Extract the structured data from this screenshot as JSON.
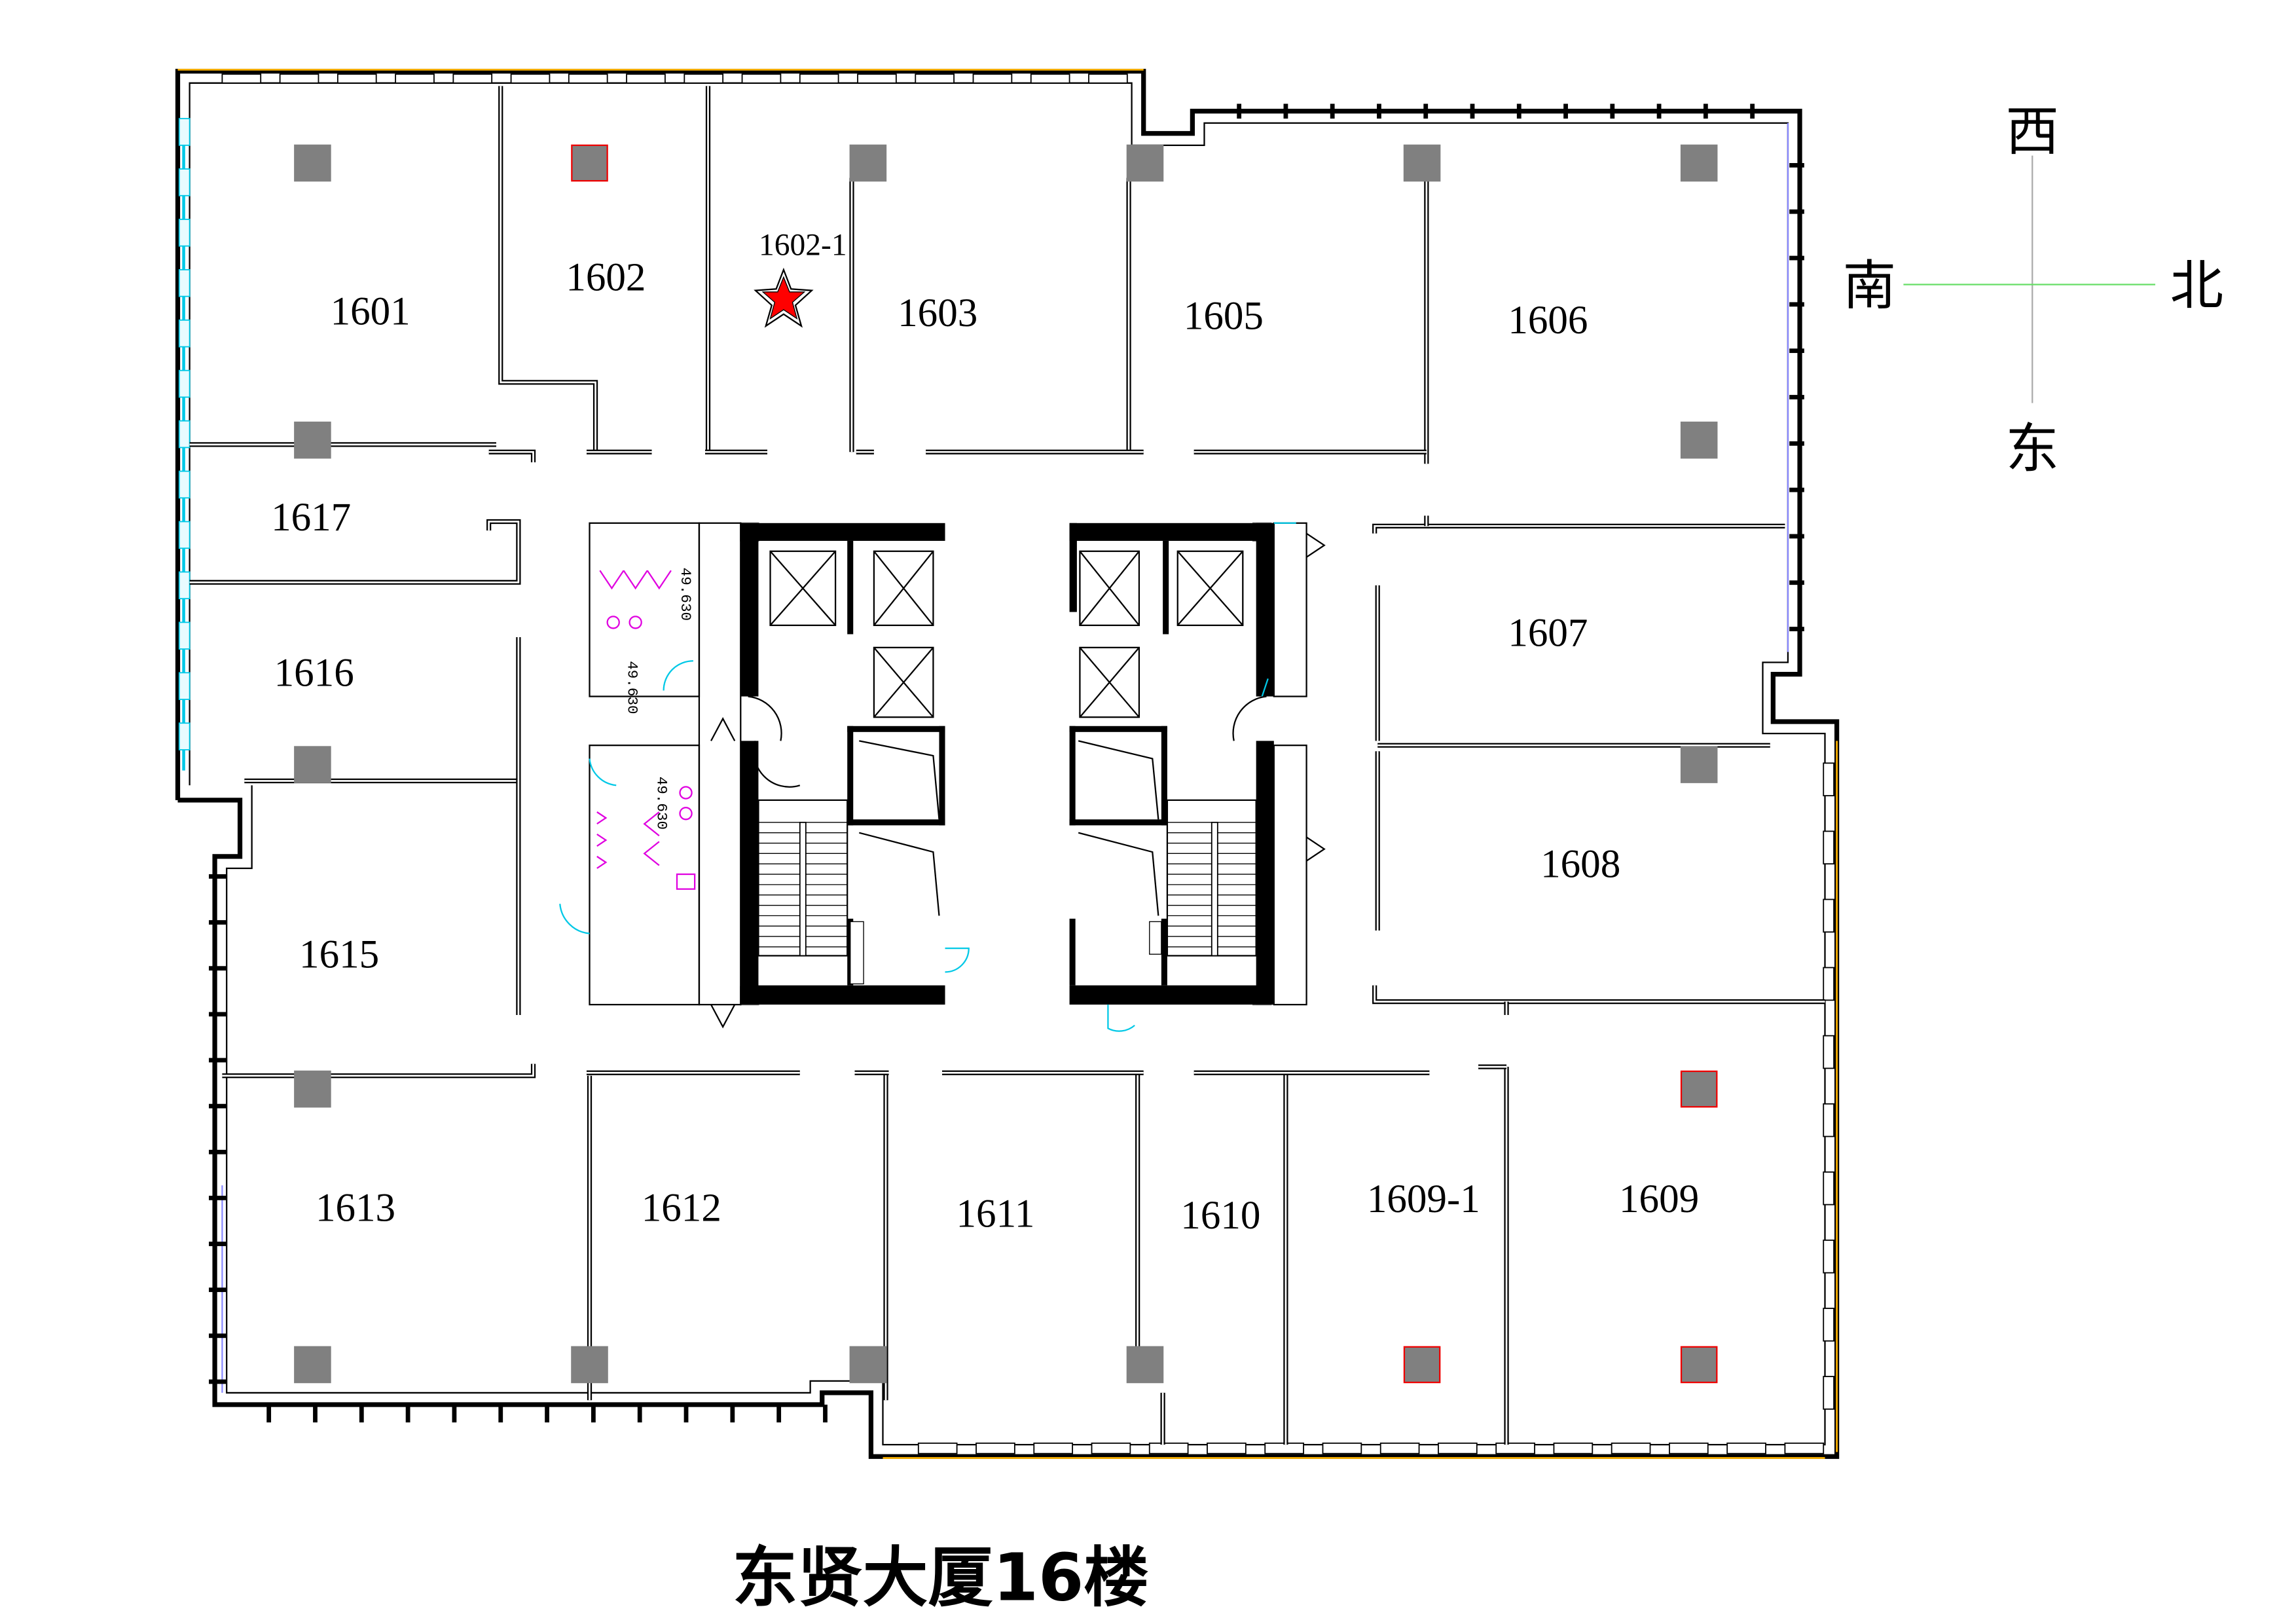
{
  "plan": {
    "title": "东贤大厦16楼",
    "rooms": [
      {
        "id": "1601"
      },
      {
        "id": "1602"
      },
      {
        "id": "1602-1"
      },
      {
        "id": "1603"
      },
      {
        "id": "1605"
      },
      {
        "id": "1606"
      },
      {
        "id": "1607"
      },
      {
        "id": "1608"
      },
      {
        "id": "1609"
      },
      {
        "id": "1609-1"
      },
      {
        "id": "1610"
      },
      {
        "id": "1611"
      },
      {
        "id": "1612"
      },
      {
        "id": "1613"
      },
      {
        "id": "1615"
      },
      {
        "id": "1616"
      },
      {
        "id": "1617"
      }
    ],
    "elevation_labels": [
      "49.630",
      "49.630",
      "49.630"
    ],
    "marker": {
      "room": "1602-1",
      "icon": "star-icon",
      "color": "#ff0000"
    }
  },
  "compass": {
    "west": "西",
    "north": "北",
    "south": "南",
    "east": "东"
  },
  "colors": {
    "column": "#808080",
    "window": "#ffb400",
    "glass": "#00c8e6",
    "fixture": "#e000e0",
    "compass_h": "#66dd66",
    "compass_v": "#aaaaaa"
  }
}
